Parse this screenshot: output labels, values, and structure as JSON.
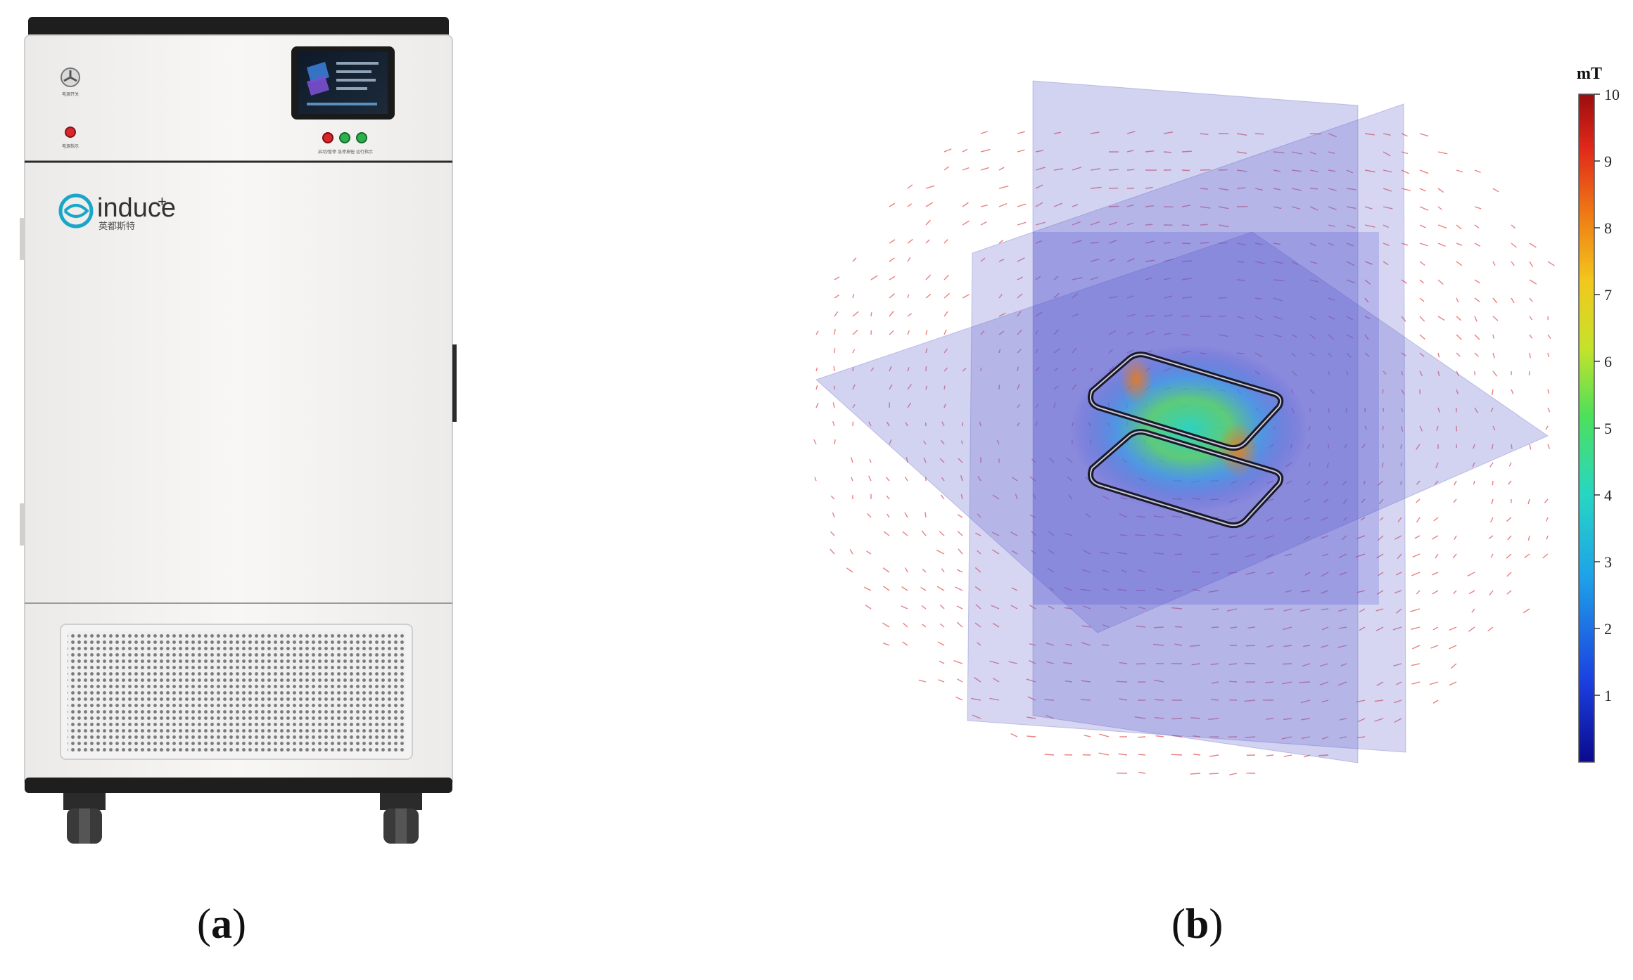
{
  "panel_a": {
    "caption_open": "(",
    "caption_letter": "a",
    "caption_close": ")",
    "brand": {
      "name": "induce",
      "superscript": "+",
      "subtitle": "英都斯特"
    },
    "front_panel": {
      "power_label": "电源开关",
      "indicator_label": "电源指示",
      "button_labels": [
        "启动/暂停",
        "急停按钮",
        "运行指示"
      ]
    },
    "colors": {
      "body": "#f6f5f3",
      "trim": "#1e1e1e",
      "screen": "#101820"
    }
  },
  "panel_b": {
    "caption_open": "(",
    "caption_letter": "b",
    "caption_close": ")",
    "colorbar": {
      "unit": "mT",
      "ticks": [
        "10",
        "9",
        "8",
        "7",
        "6",
        "5",
        "4",
        "3",
        "2",
        "1"
      ],
      "range": [
        0,
        10
      ],
      "colors": [
        "#0a0a8c",
        "#1c3fe0",
        "#1fa3e8",
        "#27d6c3",
        "#4ee05a",
        "#c6e22a",
        "#f2c81d",
        "#f07a15",
        "#e0281a",
        "#9b0d0d"
      ]
    },
    "colors": {
      "planes": "#6a6ad0",
      "arrows": "#e03b3b",
      "coil": "#1a1a2a"
    }
  }
}
